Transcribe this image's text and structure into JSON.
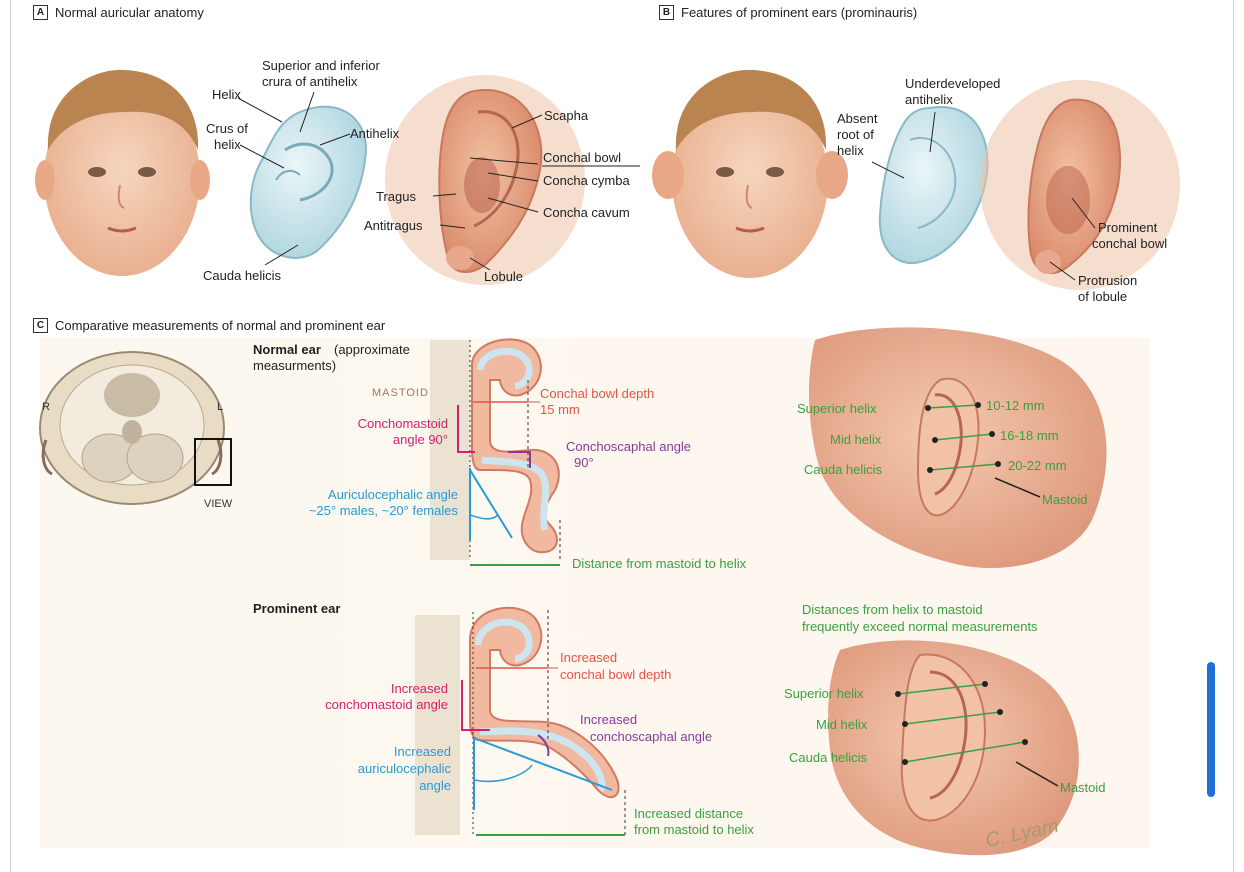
{
  "panel_a": {
    "label": "A",
    "title": "Normal auricular anatomy",
    "labels": {
      "superior_inferior_crura_1": "Superior and inferior",
      "superior_inferior_crura_2": "crura of antihelix",
      "helix": "Helix",
      "crus_of_helix_1": "Crus of",
      "crus_of_helix_2": "helix",
      "antihelix": "Antihelix",
      "cauda_helicis": "Cauda helicis",
      "scapha": "Scapha",
      "conchal_bowl": "Conchal bowl",
      "concha_cymba": "Concha cymba",
      "tragus": "Tragus",
      "concha_cavum": "Concha cavum",
      "antitragus": "Antitragus",
      "lobule": "Lobule"
    }
  },
  "panel_b": {
    "label": "B",
    "title": "Features of prominent ears (prominauris)",
    "labels": {
      "underdeveloped_1": "Underdeveloped",
      "underdeveloped_2": "antihelix",
      "absent_1": "Absent",
      "absent_2": "root of",
      "absent_3": "helix",
      "prominent_bowl_1": "Prominent",
      "prominent_bowl_2": "conchal bowl",
      "protrusion_1": "Protrusion",
      "protrusion_2": "of lobule"
    }
  },
  "panel_c": {
    "label": "C",
    "title": "Comparative measurements of normal and prominent ear",
    "axial": {
      "r": "R",
      "l": "L",
      "view": "VIEW"
    },
    "normal": {
      "heading": "Normal ear",
      "heading_rest_1": "(approximate",
      "heading_rest_2": "measurments)",
      "mastoid": "MASTOID",
      "conchal_depth_1": "Conchal bowl depth",
      "conchal_depth_2": "15 mm",
      "conchomastoid_1": "Conchomastoid",
      "conchomastoid_2": "angle 90°",
      "conchoscaphal_1": "Conchoscaphal angle",
      "conchoscaphal_2": "90°",
      "auriculocephalic_1": "Auriculocephalic angle",
      "auriculocephalic_2": "~25° males, ~20° females",
      "distance": "Distance from mastoid to helix"
    },
    "normal_photo": {
      "superior_helix": "Superior helix",
      "superior_value": "10-12 mm",
      "mid_helix": "Mid helix",
      "mid_value": "16-18 mm",
      "cauda_helicis": "Cauda helicis",
      "cauda_value": "20-22 mm",
      "mastoid": "Mastoid"
    },
    "prominent": {
      "heading": "Prominent ear",
      "depth_1": "Increased",
      "depth_2": "conchal bowl depth",
      "conchomastoid_1": "Increased",
      "conchomastoid_2": "conchomastoid angle",
      "conchoscaphal_1": "Increased",
      "conchoscaphal_2": "conchoscaphal angle",
      "auriculocephalic_1": "Increased",
      "auriculocephalic_2": "auriculocephalic",
      "auriculocephalic_3": "angle",
      "distance_1": "Increased distance",
      "distance_2": "from mastoid to helix"
    },
    "prominent_photo": {
      "note_1": "Distances from helix to mastoid",
      "note_2": "frequently exceed normal measurements",
      "superior_helix": "Superior helix",
      "mid_helix": "Mid helix",
      "cauda_helicis": "Cauda helicis",
      "mastoid": "Mastoid"
    },
    "signature": "C. Lyam"
  },
  "colors": {
    "green": "#3aa041",
    "pink": "#d6216e",
    "purple": "#8a3a9e",
    "blue": "#2a9ad6",
    "salmon": "#e8524a",
    "skin": "#f2c7a8",
    "cartilage": "#cfe6ec",
    "scroll_accent": "#1f6fd6"
  }
}
